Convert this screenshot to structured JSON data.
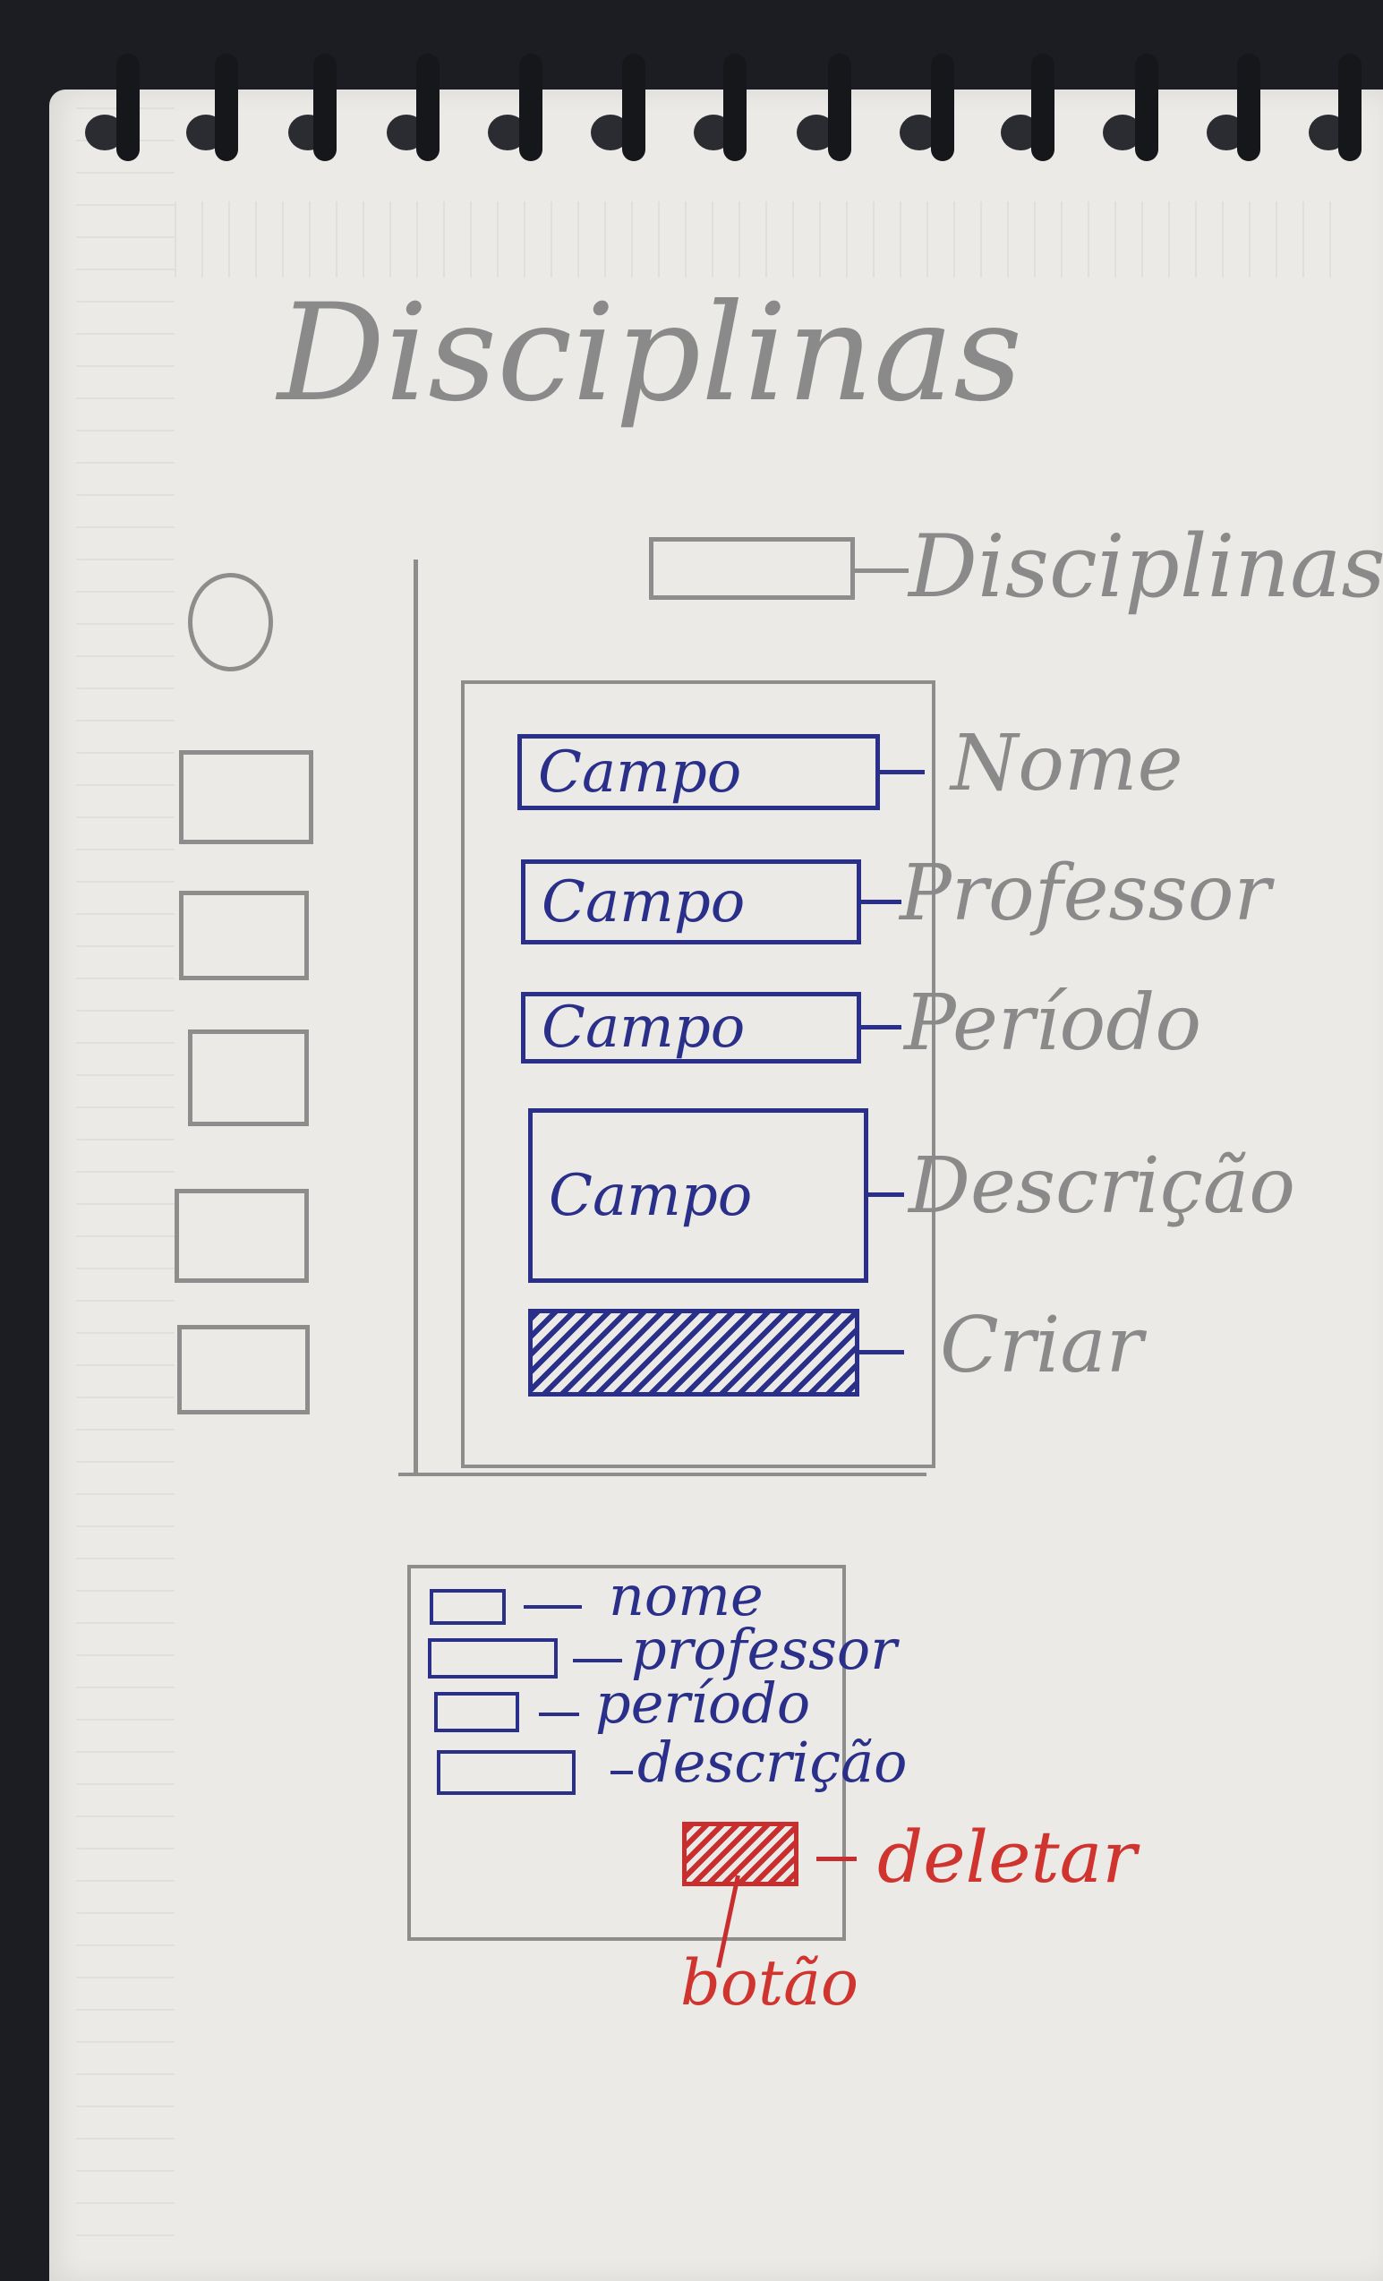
{
  "sketch": {
    "title": "Disciplinas",
    "header_label": "Disciplinas",
    "form": {
      "fields": [
        {
          "placeholder": "Campo",
          "label": "Nome"
        },
        {
          "placeholder": "Campo",
          "label": "Professor"
        },
        {
          "placeholder": "Campo",
          "label": "Período"
        },
        {
          "placeholder": "Campo",
          "label": "Descrição"
        }
      ],
      "submit_label": "Criar"
    },
    "list_item": {
      "fields": [
        "nome",
        "professor",
        "período",
        "descrição"
      ],
      "delete_label": "deletar",
      "delete_note": "botão"
    }
  },
  "colors": {
    "pencil": "#8d8d8d",
    "blue_pen": "#2a2f8a",
    "red_pen": "#c92e2e",
    "paper": "#ebeae6"
  }
}
